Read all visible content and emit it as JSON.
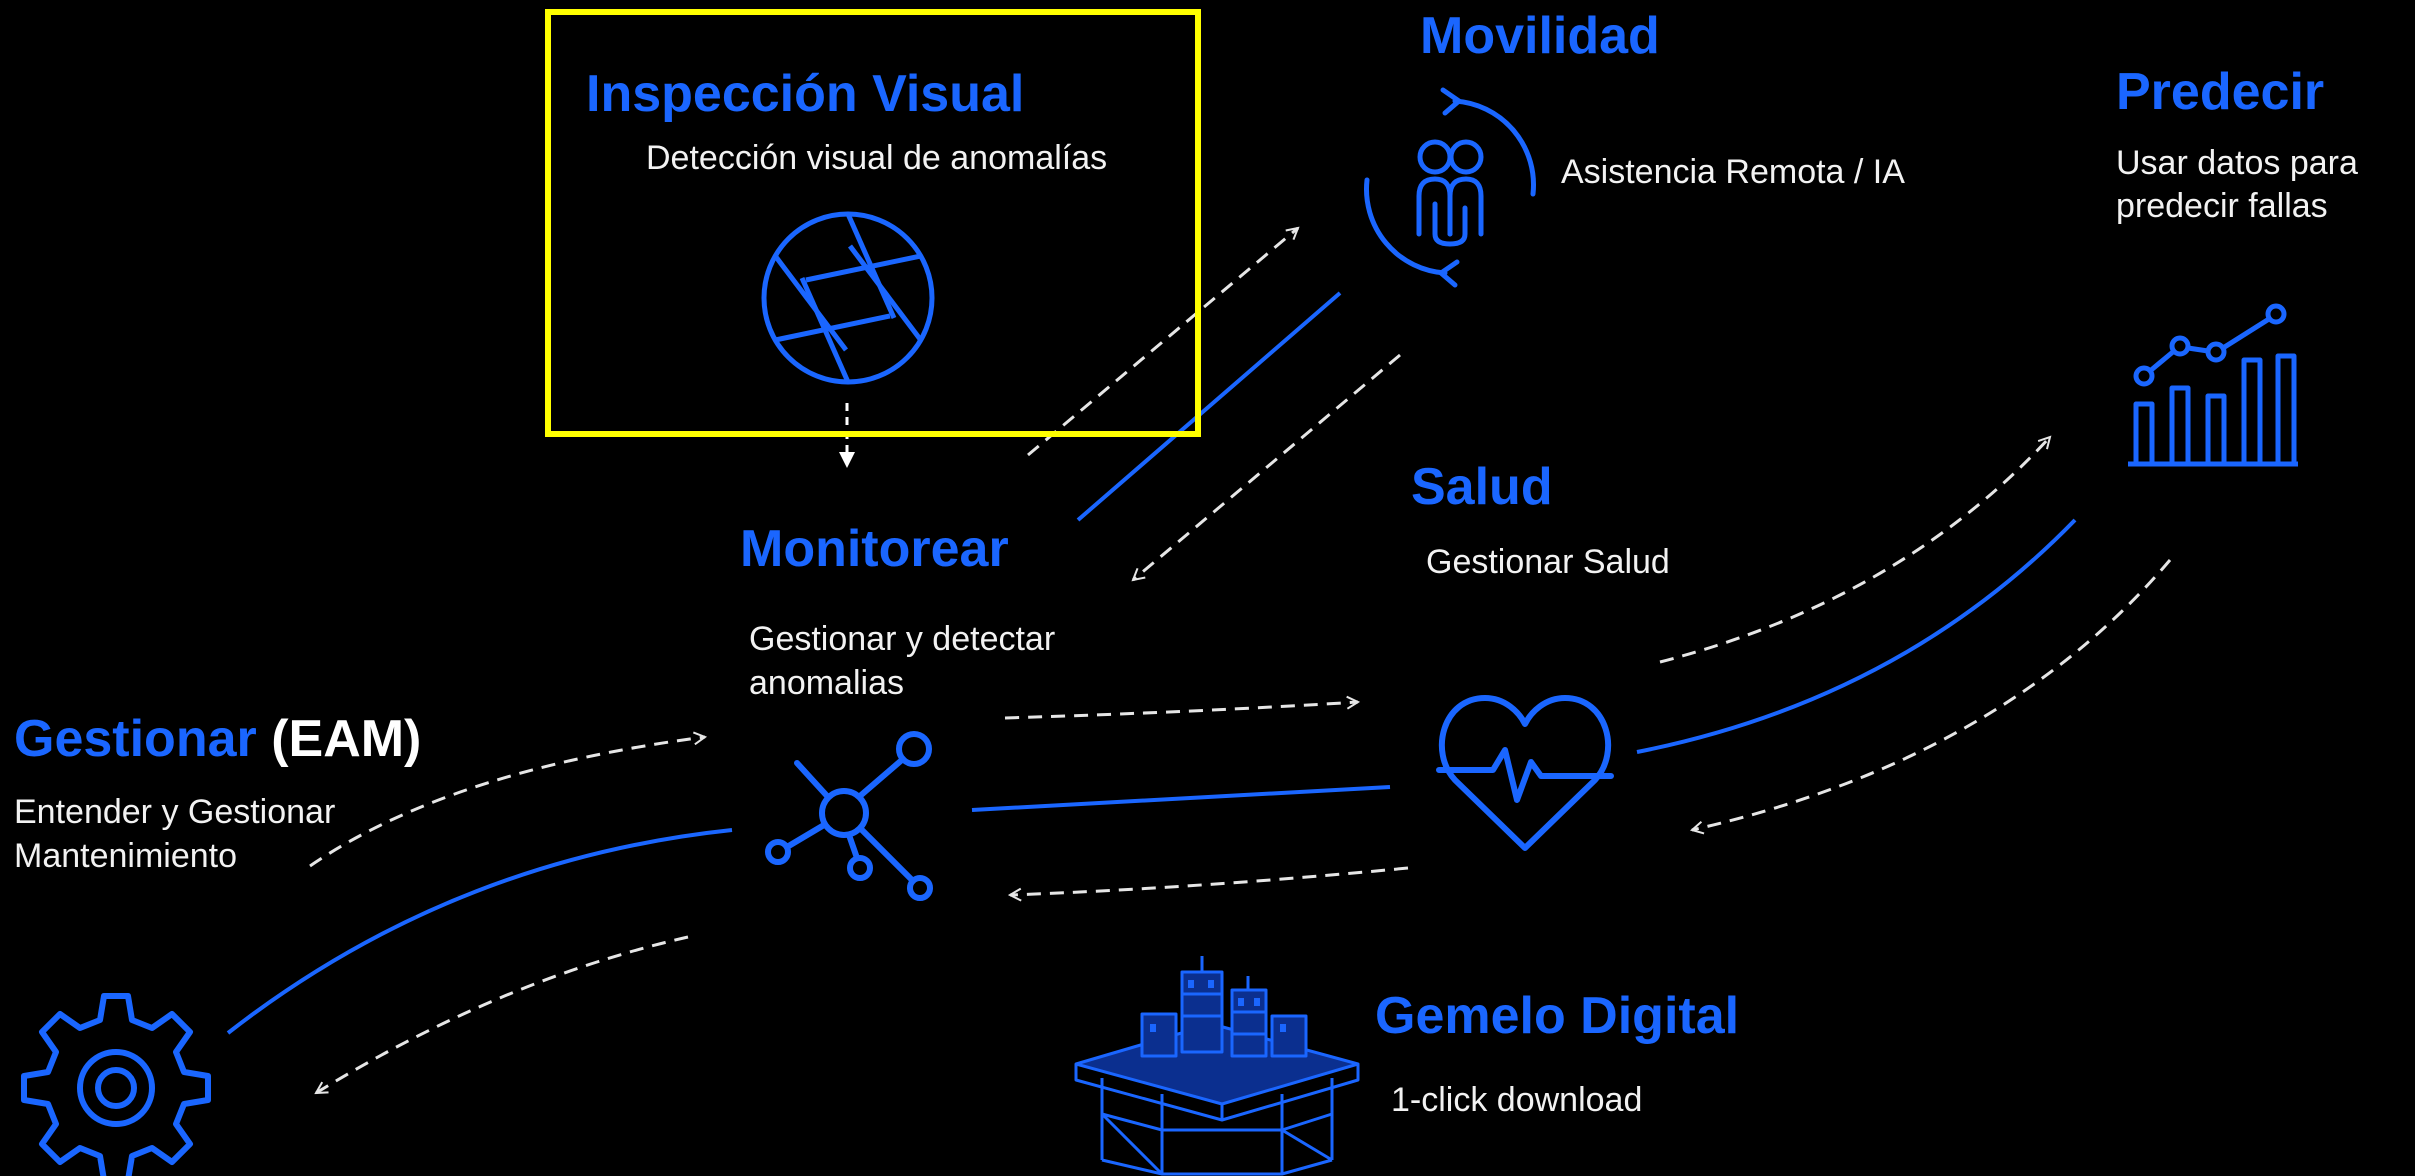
{
  "colors": {
    "background": "#000000",
    "accent_blue": "#1a66ff",
    "highlight_yellow": "#ffff00",
    "text_white": "#f2f2f2",
    "dashed_arrow": "#e6e6e6"
  },
  "nodes": {
    "inspeccion": {
      "title": "Inspección Visual",
      "description": "Detección visual de anomalías",
      "icon": "camera-shutter-icon",
      "highlighted": true
    },
    "movilidad": {
      "title": "Movilidad",
      "description": "Asistencia Remota / IA",
      "icon": "remote-team-icon"
    },
    "predecir": {
      "title": "Predecir",
      "description_line1": "Usar datos para",
      "description_line2": "predecir fallas",
      "icon": "trend-chart-icon"
    },
    "monitorear": {
      "title": "Monitorear",
      "description_line1": "Gestionar y detectar",
      "description_line2": "anomalias",
      "icon": "network-hub-icon"
    },
    "salud": {
      "title": "Salud",
      "description": "Gestionar Salud",
      "icon": "heart-pulse-icon"
    },
    "gestionar": {
      "title_blue": "Gestionar",
      "title_white": "(EAM)",
      "description_line1": "Entender y Gestionar",
      "description_line2": "Mantenimiento",
      "icon": "gear-icon"
    },
    "gemelo": {
      "title": "Gemelo Digital",
      "description": "1-click download",
      "icon": "offshore-platform-icon"
    }
  }
}
